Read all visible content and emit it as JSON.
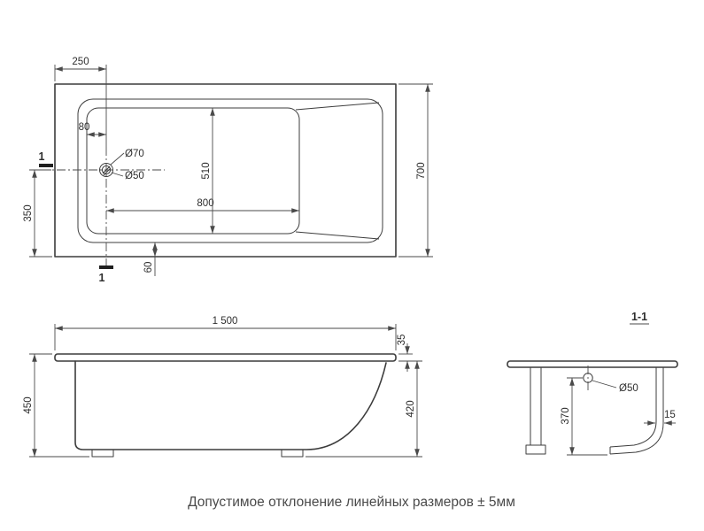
{
  "drawing": {
    "caption": "Допустимое отклонение линейных размеров ± 5мм",
    "top_view": {
      "dim_250": "250",
      "dim_80": "80",
      "dia_70": "Ø70",
      "dia_50": "Ø50",
      "dim_510": "510",
      "dim_800": "800",
      "dim_700": "700",
      "dim_350": "350",
      "dim_60": "60",
      "section_mark": "1"
    },
    "side_view": {
      "dim_1500": "1 500",
      "dim_35": "35",
      "dim_450": "450",
      "dim_420": "420"
    },
    "section_view": {
      "title": "1-1",
      "dia_50": "Ø50",
      "dim_370": "370",
      "dim_15": "15"
    }
  }
}
